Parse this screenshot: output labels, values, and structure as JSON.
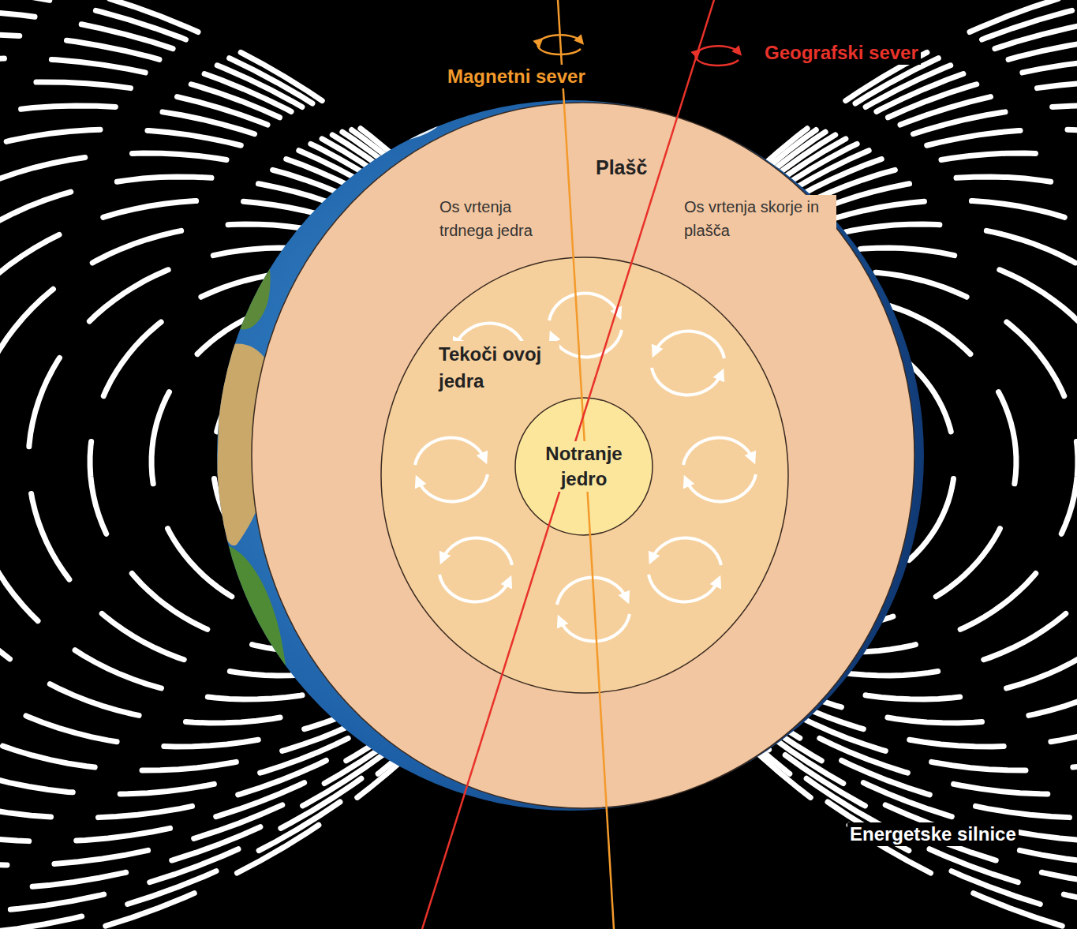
{
  "diagram": {
    "nodes": [
      {
        "text": [
          "Plašč"
        ]
      },
      {
        "text": [
          "Tekoči ovoj jedra"
        ],
        "in": 0
      },
      {
        "text": [
          "Notranje jedro"
        ],
        "in": 1
      }
    ],
    "labels": [
      "Magnetni sever",
      "Geografski sever",
      "Os vrtenja trdnega jedra",
      "Os vrtenja skorje in plašča",
      "Energetske silnice"
    ]
  }
}
